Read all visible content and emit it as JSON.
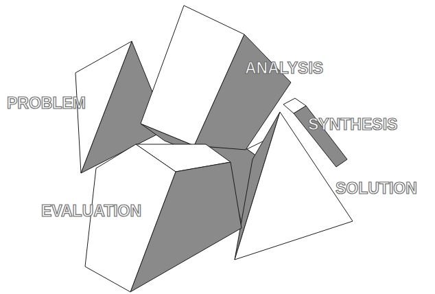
{
  "diagram": {
    "labels": [
      "PROBLEM",
      "ANALYSIS",
      "SYNTHESIS",
      "SOLUTION",
      "EVALUATION"
    ]
  }
}
